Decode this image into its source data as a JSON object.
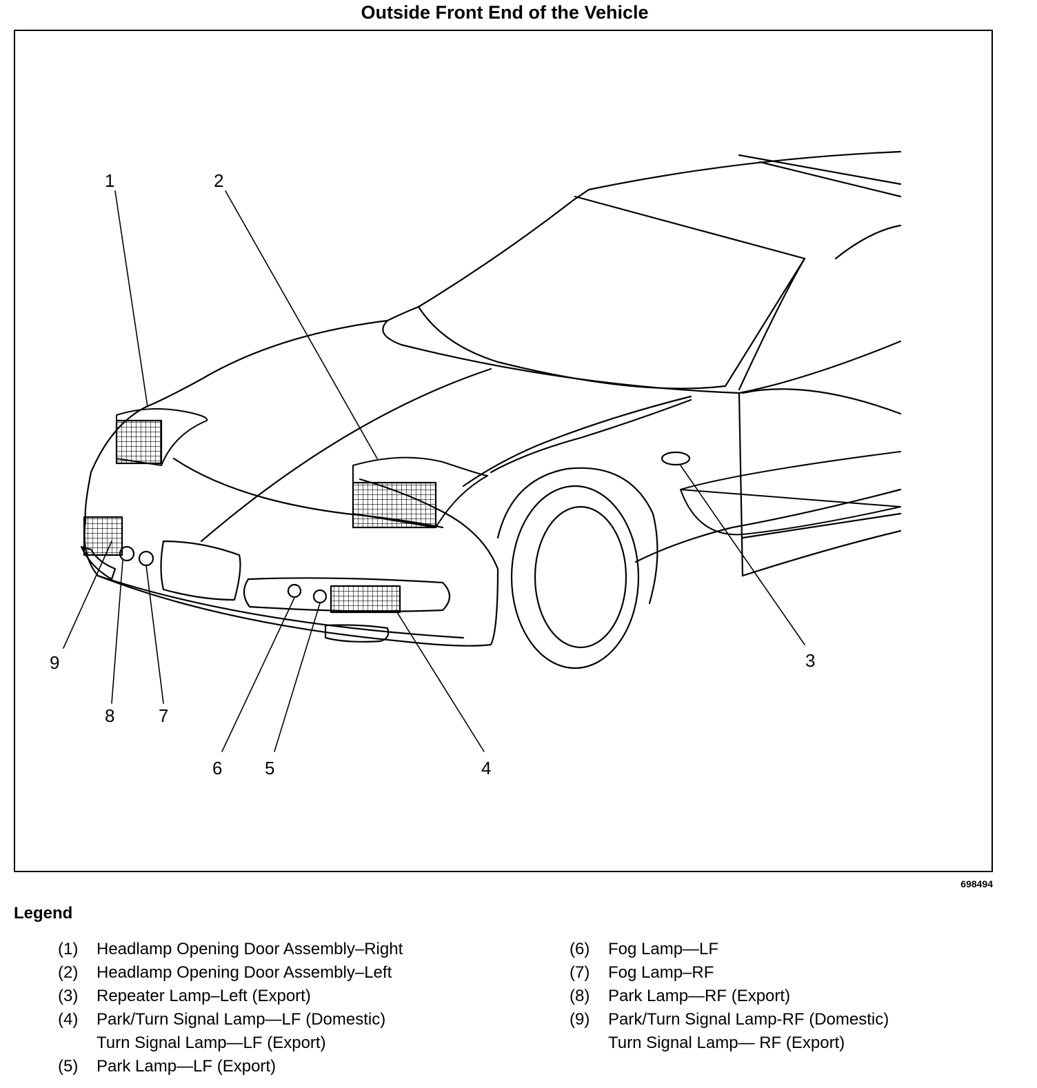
{
  "title": "Outside Front End of the Vehicle",
  "figure_id": "698494",
  "legend_title": "Legend",
  "legend_left": [
    {
      "num": "(1)",
      "text": "Headlamp Opening Door Assembly–Right"
    },
    {
      "num": "(2)",
      "text": "Headlamp Opening Door Assembly–Left"
    },
    {
      "num": "(3)",
      "text": "Repeater Lamp–Left (Export)"
    },
    {
      "num": "(4)",
      "text": "Park/Turn Signal Lamp—LF (Domestic)\nTurn Signal Lamp—LF (Export)"
    },
    {
      "num": "(5)",
      "text": "Park Lamp—LF (Export)"
    }
  ],
  "legend_right": [
    {
      "num": "(6)",
      "text": "Fog Lamp—LF"
    },
    {
      "num": "(7)",
      "text": "Fog Lamp–RF"
    },
    {
      "num": "(8)",
      "text": "Park Lamp—RF (Export)"
    },
    {
      "num": "(9)",
      "text": "Park/Turn Signal Lamp-RF (Domestic)\nTurn Signal Lamp— RF (Export)"
    }
  ],
  "callouts": {
    "c1": "1",
    "c2": "2",
    "c3": "3",
    "c4": "4",
    "c5": "5",
    "c6": "6",
    "c7": "7",
    "c8": "8",
    "c9": "9"
  }
}
